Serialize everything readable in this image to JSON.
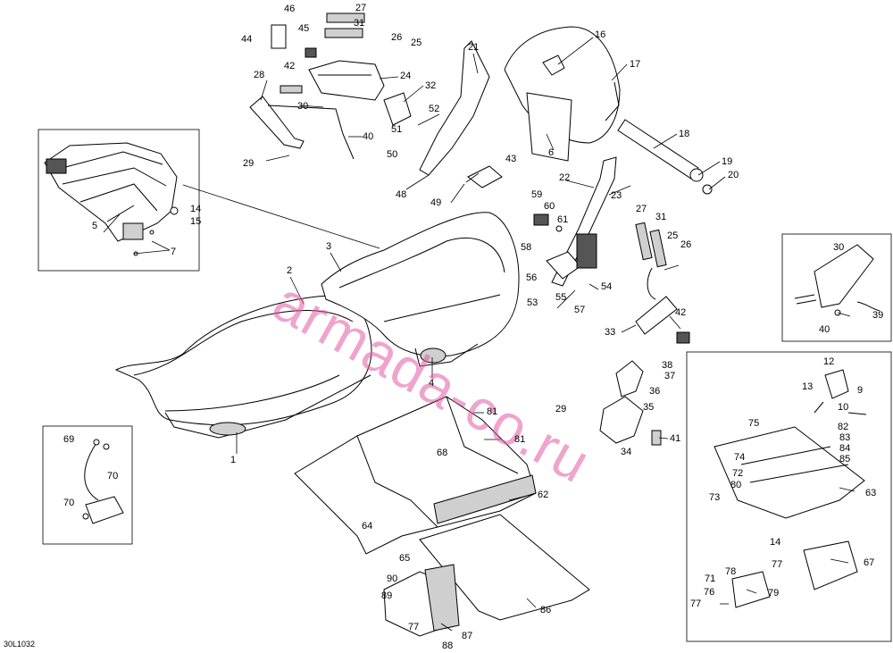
{
  "diagram": {
    "reference_code": "30L1032",
    "watermark": "armada-co.ru",
    "colors": {
      "line": "#000000",
      "watermark": "#e35aa6",
      "background": "#ffffff"
    },
    "callouts": [
      {
        "id": "c1",
        "text": "1"
      },
      {
        "id": "c2",
        "text": "2"
      },
      {
        "id": "c3",
        "text": "3"
      },
      {
        "id": "c4",
        "text": "4"
      },
      {
        "id": "c5",
        "text": "5"
      },
      {
        "id": "c6",
        "text": "6"
      },
      {
        "id": "c7",
        "text": "7"
      },
      {
        "id": "c9",
        "text": "9"
      },
      {
        "id": "c10",
        "text": "10"
      },
      {
        "id": "c12",
        "text": "12"
      },
      {
        "id": "c13",
        "text": "13"
      },
      {
        "id": "c14a",
        "text": "14"
      },
      {
        "id": "c14b",
        "text": "14"
      },
      {
        "id": "c15",
        "text": "15"
      },
      {
        "id": "c16",
        "text": "16"
      },
      {
        "id": "c17",
        "text": "17"
      },
      {
        "id": "c18",
        "text": "18"
      },
      {
        "id": "c19",
        "text": "19"
      },
      {
        "id": "c20",
        "text": "20"
      },
      {
        "id": "c21",
        "text": "21"
      },
      {
        "id": "c22",
        "text": "22"
      },
      {
        "id": "c23",
        "text": "23"
      },
      {
        "id": "c24",
        "text": "24"
      },
      {
        "id": "c25a",
        "text": "25"
      },
      {
        "id": "c25b",
        "text": "25"
      },
      {
        "id": "c26a",
        "text": "26"
      },
      {
        "id": "c26b",
        "text": "26"
      },
      {
        "id": "c27a",
        "text": "27"
      },
      {
        "id": "c27b",
        "text": "27"
      },
      {
        "id": "c28",
        "text": "28"
      },
      {
        "id": "c29a",
        "text": "29"
      },
      {
        "id": "c29b",
        "text": "29"
      },
      {
        "id": "c30a",
        "text": "30"
      },
      {
        "id": "c30b",
        "text": "30"
      },
      {
        "id": "c31a",
        "text": "31"
      },
      {
        "id": "c31b",
        "text": "31"
      },
      {
        "id": "c32",
        "text": "32"
      },
      {
        "id": "c33",
        "text": "33"
      },
      {
        "id": "c34",
        "text": "34"
      },
      {
        "id": "c35",
        "text": "35"
      },
      {
        "id": "c36",
        "text": "36"
      },
      {
        "id": "c37",
        "text": "37"
      },
      {
        "id": "c38",
        "text": "38"
      },
      {
        "id": "c39",
        "text": "39"
      },
      {
        "id": "c40a",
        "text": "40"
      },
      {
        "id": "c40b",
        "text": "40"
      },
      {
        "id": "c41",
        "text": "41"
      },
      {
        "id": "c42a",
        "text": "42"
      },
      {
        "id": "c42b",
        "text": "42"
      },
      {
        "id": "c43",
        "text": "43"
      },
      {
        "id": "c44",
        "text": "44"
      },
      {
        "id": "c45",
        "text": "45"
      },
      {
        "id": "c46",
        "text": "46"
      },
      {
        "id": "c48",
        "text": "48"
      },
      {
        "id": "c49",
        "text": "49"
      },
      {
        "id": "c50",
        "text": "50"
      },
      {
        "id": "c51",
        "text": "51"
      },
      {
        "id": "c52",
        "text": "52"
      },
      {
        "id": "c53",
        "text": "53"
      },
      {
        "id": "c54",
        "text": "54"
      },
      {
        "id": "c55",
        "text": "55"
      },
      {
        "id": "c56",
        "text": "56"
      },
      {
        "id": "c57",
        "text": "57"
      },
      {
        "id": "c58",
        "text": "58"
      },
      {
        "id": "c59",
        "text": "59"
      },
      {
        "id": "c60",
        "text": "60"
      },
      {
        "id": "c61",
        "text": "61"
      },
      {
        "id": "c62",
        "text": "62"
      },
      {
        "id": "c63",
        "text": "63"
      },
      {
        "id": "c64",
        "text": "64"
      },
      {
        "id": "c65",
        "text": "65"
      },
      {
        "id": "c67",
        "text": "67"
      },
      {
        "id": "c68",
        "text": "68"
      },
      {
        "id": "c69",
        "text": "69"
      },
      {
        "id": "c70a",
        "text": "70"
      },
      {
        "id": "c70b",
        "text": "70"
      },
      {
        "id": "c71",
        "text": "71"
      },
      {
        "id": "c72",
        "text": "72"
      },
      {
        "id": "c73",
        "text": "73"
      },
      {
        "id": "c74",
        "text": "74"
      },
      {
        "id": "c75",
        "text": "75"
      },
      {
        "id": "c76",
        "text": "76"
      },
      {
        "id": "c77a",
        "text": "77"
      },
      {
        "id": "c77b",
        "text": "77"
      },
      {
        "id": "c77c",
        "text": "77"
      },
      {
        "id": "c78",
        "text": "78"
      },
      {
        "id": "c79",
        "text": "79"
      },
      {
        "id": "c80",
        "text": "80"
      },
      {
        "id": "c81a",
        "text": "81"
      },
      {
        "id": "c81b",
        "text": "81"
      },
      {
        "id": "c82",
        "text": "82"
      },
      {
        "id": "c83",
        "text": "83"
      },
      {
        "id": "c84",
        "text": "84"
      },
      {
        "id": "c85",
        "text": "85"
      },
      {
        "id": "c86",
        "text": "86"
      },
      {
        "id": "c87",
        "text": "87"
      },
      {
        "id": "c88",
        "text": "88"
      },
      {
        "id": "c89",
        "text": "89"
      },
      {
        "id": "c90",
        "text": "90"
      }
    ]
  }
}
